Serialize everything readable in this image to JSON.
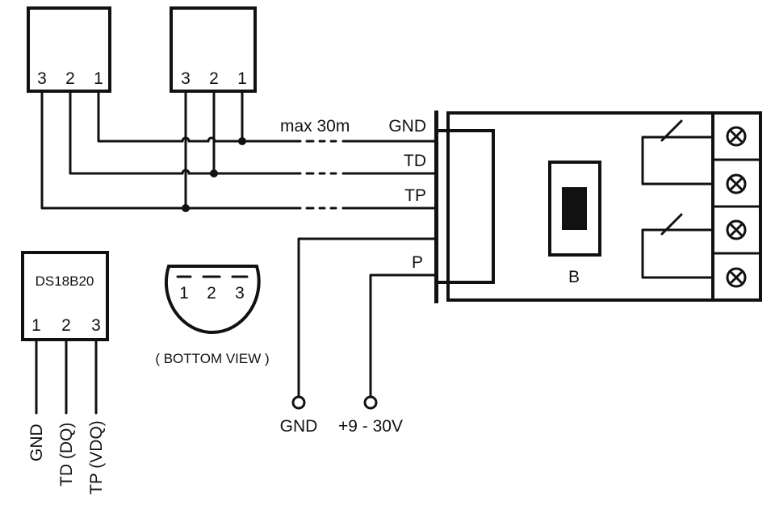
{
  "sensor_1": {
    "pins": [
      "3",
      "2",
      "1"
    ]
  },
  "sensor_2": {
    "pins": [
      "3",
      "2",
      "1"
    ]
  },
  "cable_note": "max 30m",
  "line_labels": {
    "gnd": "GND",
    "td": "TD",
    "tp": "TP",
    "p": "P"
  },
  "module": {
    "switch_label": "B",
    "terminals": 4
  },
  "pinout": {
    "chip_name": "DS18B20",
    "pins": [
      "1",
      "2",
      "3"
    ],
    "leads": [
      "GND",
      "TD (DQ)",
      "TP (VDQ)"
    ]
  },
  "bottom_view": {
    "pins": [
      "1",
      "2",
      "3"
    ],
    "caption": "( BOTTOM VIEW )"
  },
  "power": {
    "gnd": "GND",
    "supply": "+9 - 30V"
  }
}
